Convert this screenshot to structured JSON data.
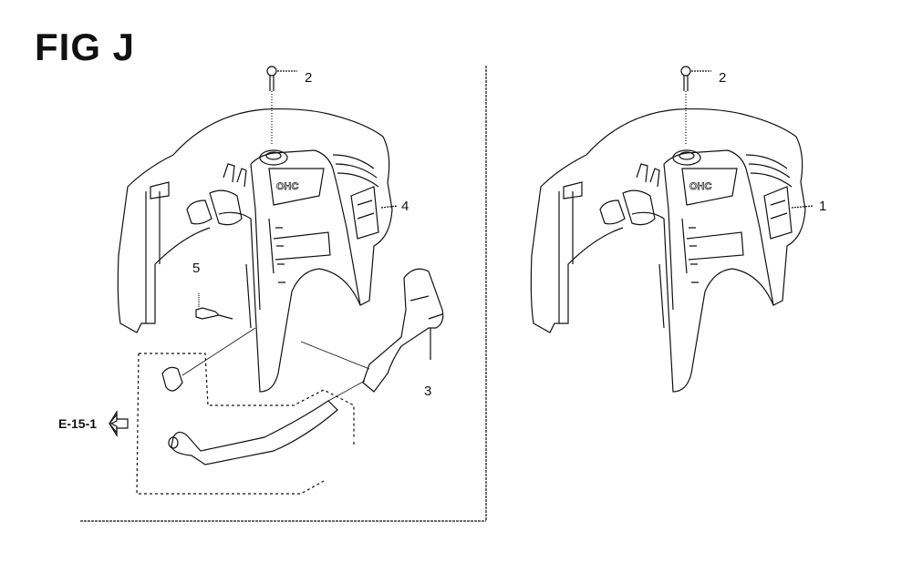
{
  "title": "FIG J",
  "reference": "E-15-1",
  "callouts": {
    "left_bolt": "2",
    "left_cover": "4",
    "left_screw": "5",
    "left_guard": "3",
    "right_bolt": "2",
    "right_cover": "1"
  },
  "colors": {
    "line": "#111111",
    "background": "#ffffff"
  }
}
